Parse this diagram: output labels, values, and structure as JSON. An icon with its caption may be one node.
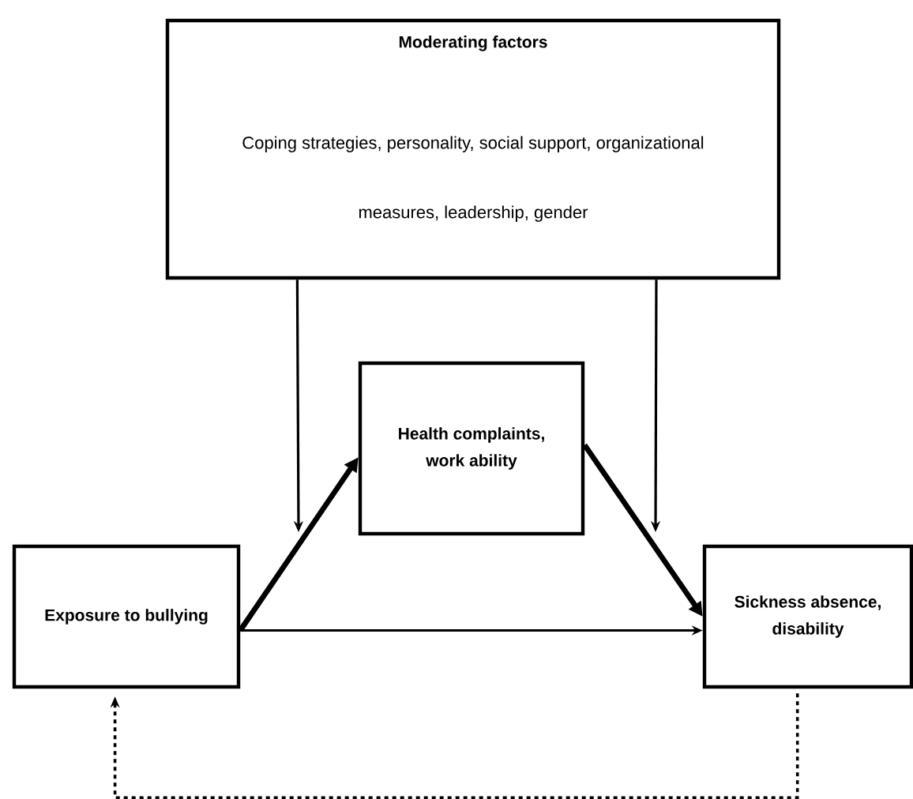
{
  "diagram": {
    "nodes": [
      {
        "text": [
          "Moderating factors",
          "Coping strategies, personality, social support, organizational measures, leadership, gender"
        ]
      },
      {
        "text": [
          "Health complaints, work ability"
        ]
      },
      {
        "text": [
          "Exposure to bullying"
        ]
      },
      {
        "text": [
          "Sickness absence, disability"
        ]
      }
    ],
    "edges": [
      {
        "from": 2,
        "to": 1,
        "arrow": "to",
        "style": "thick"
      },
      {
        "from": 1,
        "to": 3,
        "arrow": "to",
        "style": "thick"
      },
      {
        "from": 2,
        "to": 3,
        "arrow": "to"
      },
      {
        "from": 0,
        "to": null,
        "arrow": "to"
      },
      {
        "from": 0,
        "to": null,
        "arrow": "to"
      },
      {
        "from": 3,
        "to": 2,
        "arrow": "to",
        "style": "dashed"
      }
    ]
  }
}
